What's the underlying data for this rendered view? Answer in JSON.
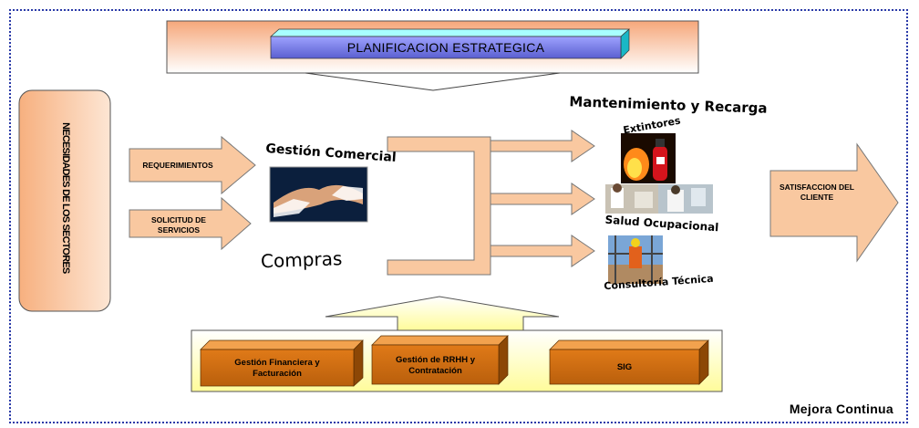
{
  "top": {
    "planning_label": "PLANIFICACION ESTRATEGICA"
  },
  "left": {
    "needs_label": "NECESIDADES DE LOS SECTORES"
  },
  "inputs": {
    "req_label": "REQUERIMIENTOS",
    "sol_label": "SOLICITUD DE SERVICIOS"
  },
  "middle": {
    "commercial_label": "Gestión Comercial",
    "purchases_label": "Compras"
  },
  "services": {
    "title": "Mantenimiento y Recarga",
    "fire": "Extintores",
    "health": "Salud Ocupacional",
    "consult": "Consultoría Técnica"
  },
  "output": {
    "satisfaction_label": "SATISFACCION DEL CLIENTE"
  },
  "support": {
    "finance": "Gestión Financiera y Facturación",
    "hr": "Gestión de RRHH y Contratación",
    "sig": "SIG"
  },
  "footer": {
    "continuous_improvement": "Mejora Continua"
  },
  "colors": {
    "frame": "#2a3aa8",
    "arrow_fill": "#f9c8a0",
    "planning_box": "#6b6fd8",
    "support_box": "#c86a14"
  }
}
